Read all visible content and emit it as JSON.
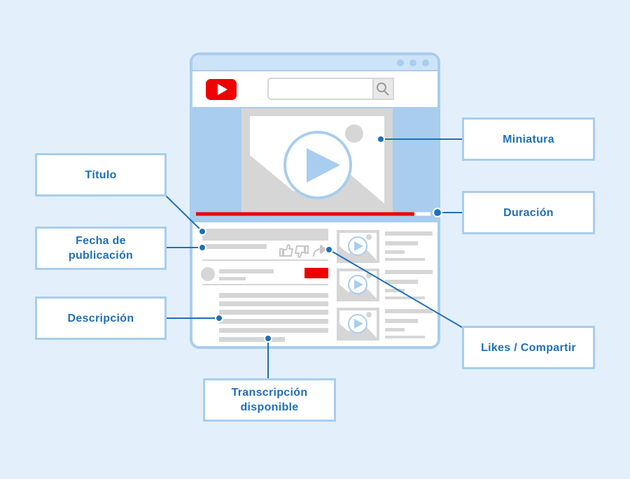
{
  "labels": {
    "miniatura": "Miniatura",
    "duracion": "Duración",
    "titulo": "Título",
    "fecha": "Fecha de\npublicación",
    "descripcion": "Descripción",
    "likes": "Likes  /  Compartir",
    "transcripcion": "Transcripción\ndisponible"
  },
  "colors": {
    "background": "#e3f0fc",
    "window_border": "#a8cdee",
    "connector": "#1f6fb8",
    "brand_red": "#ee0000",
    "placeholder_gray": "#d6d6d6",
    "play_blue": "#a8cdee"
  },
  "icons": [
    "youtube-logo-icon",
    "search-icon",
    "play-icon",
    "thumbs-up-icon",
    "thumbs-down-icon",
    "share-icon"
  ]
}
